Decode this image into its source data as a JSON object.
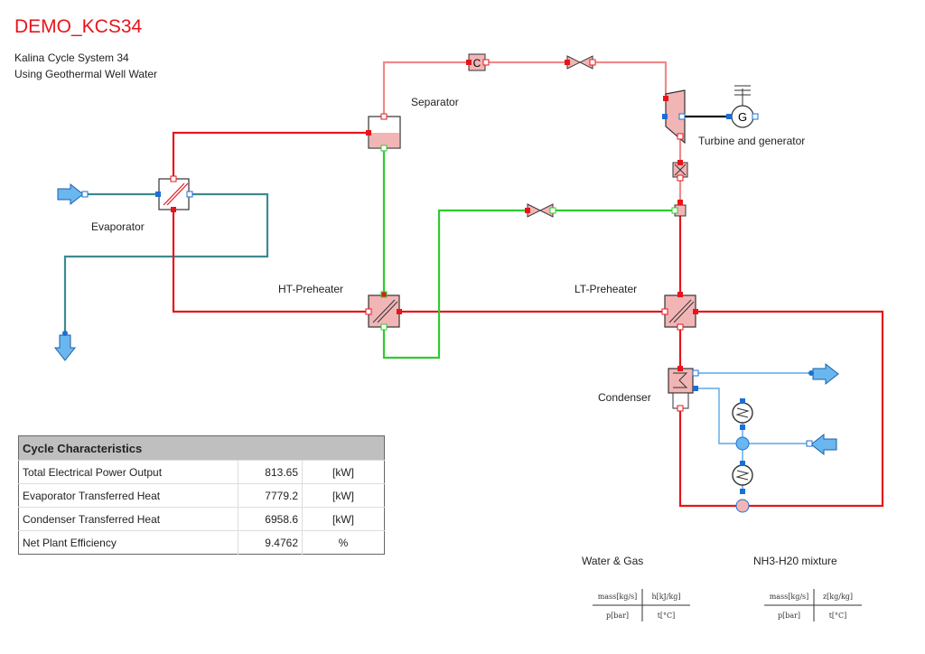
{
  "header": {
    "title": "DEMO_KCS34",
    "subtitle_line1": "Kalina Cycle System 34",
    "subtitle_line2": "Using Geothermal Well Water"
  },
  "labels": {
    "separator": "Separator",
    "turbine_generator": "Turbine and generator",
    "evaporator": "Evaporator",
    "ht_preheater": "HT-Preheater",
    "lt_preheater": "LT-Preheater",
    "condenser": "Condenser"
  },
  "icons": {
    "compressor": "C",
    "generator": "G"
  },
  "cycle": {
    "title": "Cycle Characteristics",
    "rows": [
      {
        "name": "Total Electrical Power Output",
        "value": "813.65",
        "unit": "[kW]"
      },
      {
        "name": "Evaporator Transferred Heat",
        "value": "7779.2",
        "unit": "[kW]"
      },
      {
        "name": "Condenser Transferred Heat",
        "value": "6958.6",
        "unit": "[kW]"
      },
      {
        "name": "Net Plant Efficiency",
        "value": "9.4762",
        "unit": "%"
      }
    ]
  },
  "legends": {
    "water_gas": {
      "title": "Water & Gas",
      "tl": "mass[kg/s]",
      "tr": "h[kJ/kg]",
      "bl": "p[bar]",
      "br": "t[°C]"
    },
    "nh3": {
      "title": "NH3-H20 mixture",
      "tl": "mass[kg/s]",
      "tr": "z[kg/kg]",
      "bl": "p[bar]",
      "br": "t[°C]"
    }
  },
  "colors": {
    "hot_line": "#e8141b",
    "vapor_line": "#f08a8a",
    "liquid_line": "#2ecc2e",
    "water_line": "#3d8a8f",
    "cooling_line": "#5aa9e6",
    "component_fill": "#f2b5b5",
    "arrow_fill": "#6ab7f0",
    "title_color": "#e8141b"
  }
}
